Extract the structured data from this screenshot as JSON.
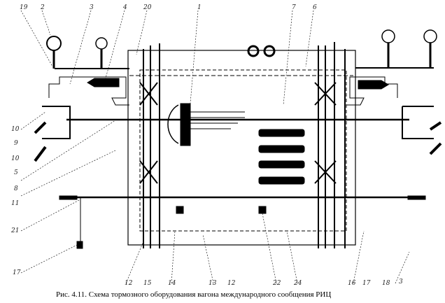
{
  "caption": "Рис. 4.11. Схема тормозного оборудования вагона международного сообщения РИЦ",
  "labels": {
    "top": [
      "19",
      "2",
      "3",
      "4",
      "20",
      "1",
      "7",
      "6"
    ],
    "left": [
      "10",
      "9",
      "10",
      "5",
      "8",
      "11",
      "21",
      "17"
    ],
    "bottom": [
      "12",
      "15",
      "14",
      "13",
      "12",
      "22",
      "24",
      "16",
      "17",
      "18",
      "3"
    ]
  },
  "colors": {
    "ink": "#000000",
    "paper": "#ffffff"
  }
}
